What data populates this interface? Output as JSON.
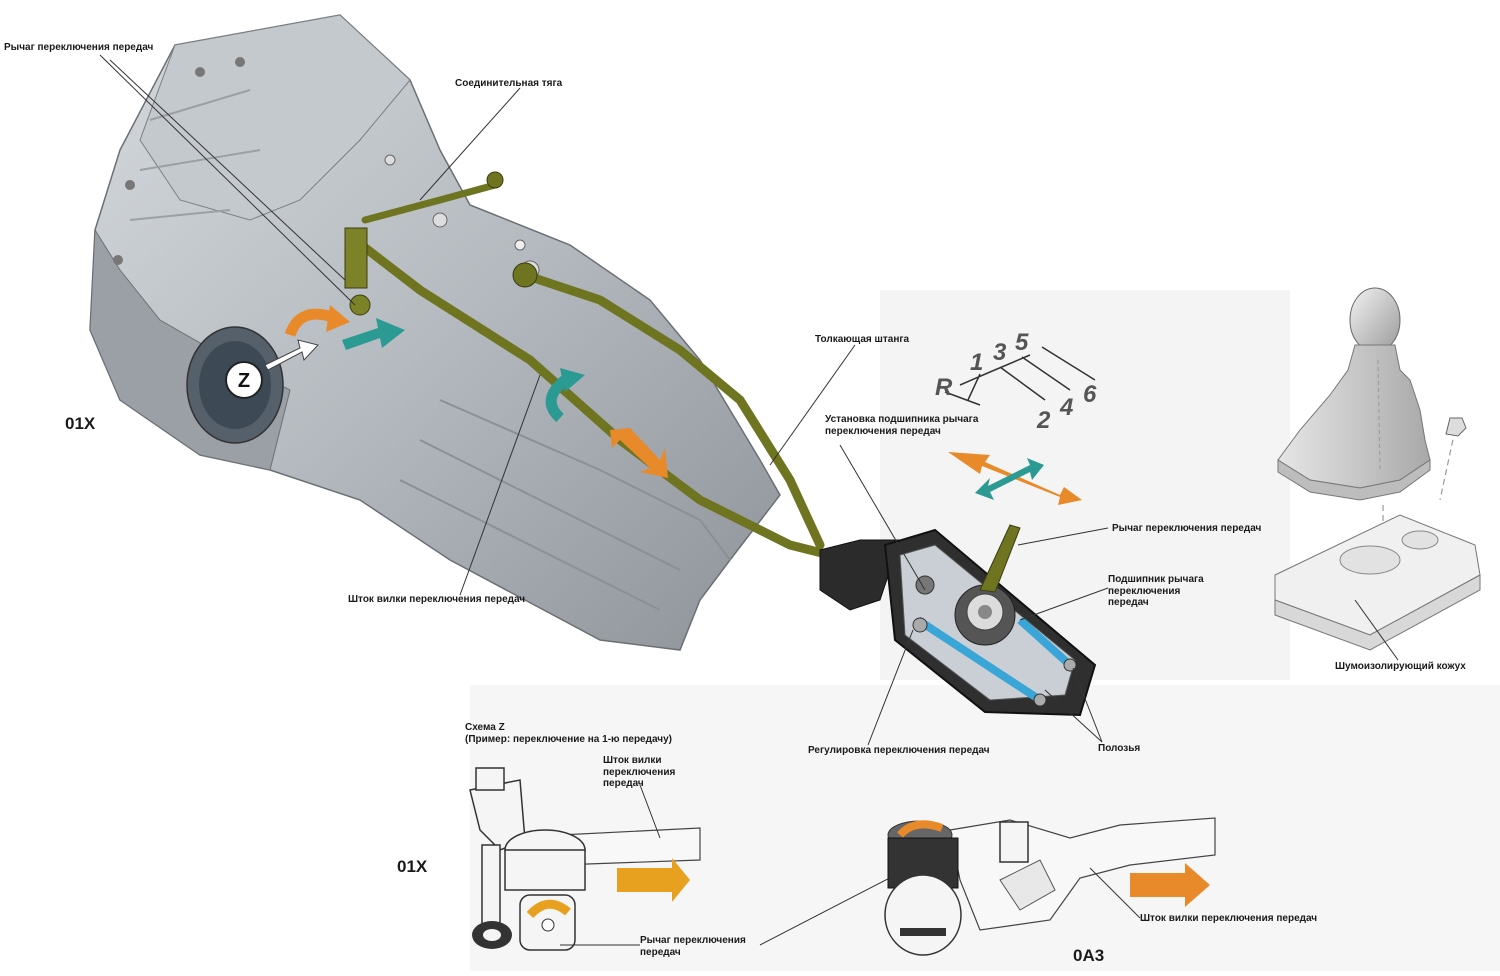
{
  "labels": {
    "shift_lever_top": "Рычаг переключения передач",
    "connecting_rod": "Соединительная тяга",
    "push_rod": "Толкающая штанга",
    "bearing_install": "Установка подшипника рычага\nпереключения передач",
    "shift_lever_right": "Рычаг переключения передач",
    "lever_bearing": "Подшипник рычага\nпереключения\nпередач",
    "fork_rod_mid": "Шток вилки переключения передач",
    "noise_cover": "Шумоизолирующий кожух",
    "shift_adjust": "Регулировка переключения передач",
    "rails": "Полозья",
    "scheme_z": "Схема Z\n(Пример: переключение на 1-ю передачу)",
    "fork_rod_scheme": "Шток вилки\nпереключения\nпередач",
    "shift_lever_bottom": "Рычаг переключения\nпередач",
    "fork_rod_bottom": "Шток вилки переключения передач"
  },
  "variants": {
    "top": "01X",
    "bottom_left": "01X",
    "bottom_right": "0A3"
  },
  "pattern": {
    "reverse": "R",
    "odd": [
      "1",
      "3",
      "5"
    ],
    "even": [
      "2",
      "4",
      "6"
    ]
  },
  "z_marker": "Z",
  "colors": {
    "rod_olive": "#6f7420",
    "arrow_orange": "#e8892a",
    "arrow_teal": "#2a9a92",
    "arrow_yellow": "#e8a11e",
    "housing_gray": "#b9bec3",
    "slide_blue": "#3aa6d8"
  }
}
